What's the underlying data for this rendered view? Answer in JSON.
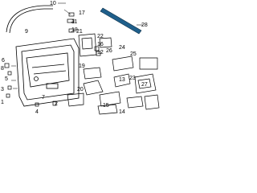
{
  "callouts": {
    "c1": "1",
    "c2": "2",
    "c3": "3",
    "c4": "4",
    "c5": "5",
    "c6": "6",
    "c7": "7",
    "c8": "8",
    "c9": "9",
    "c10": "10",
    "c11": "11",
    "c12": "12",
    "c13": "13",
    "c14": "14",
    "c15": "15",
    "c16": "16",
    "c17": "17",
    "c18": "18",
    "c19": "19",
    "c20": "20",
    "c21": "21",
    "c22": "22",
    "c23": "23",
    "c24": "24",
    "c25": "25",
    "c26": "26",
    "c27": "27",
    "c28": "28"
  },
  "colors": {
    "line": "#000000",
    "highlight": "#1f5f8b",
    "background": "#ffffff"
  }
}
